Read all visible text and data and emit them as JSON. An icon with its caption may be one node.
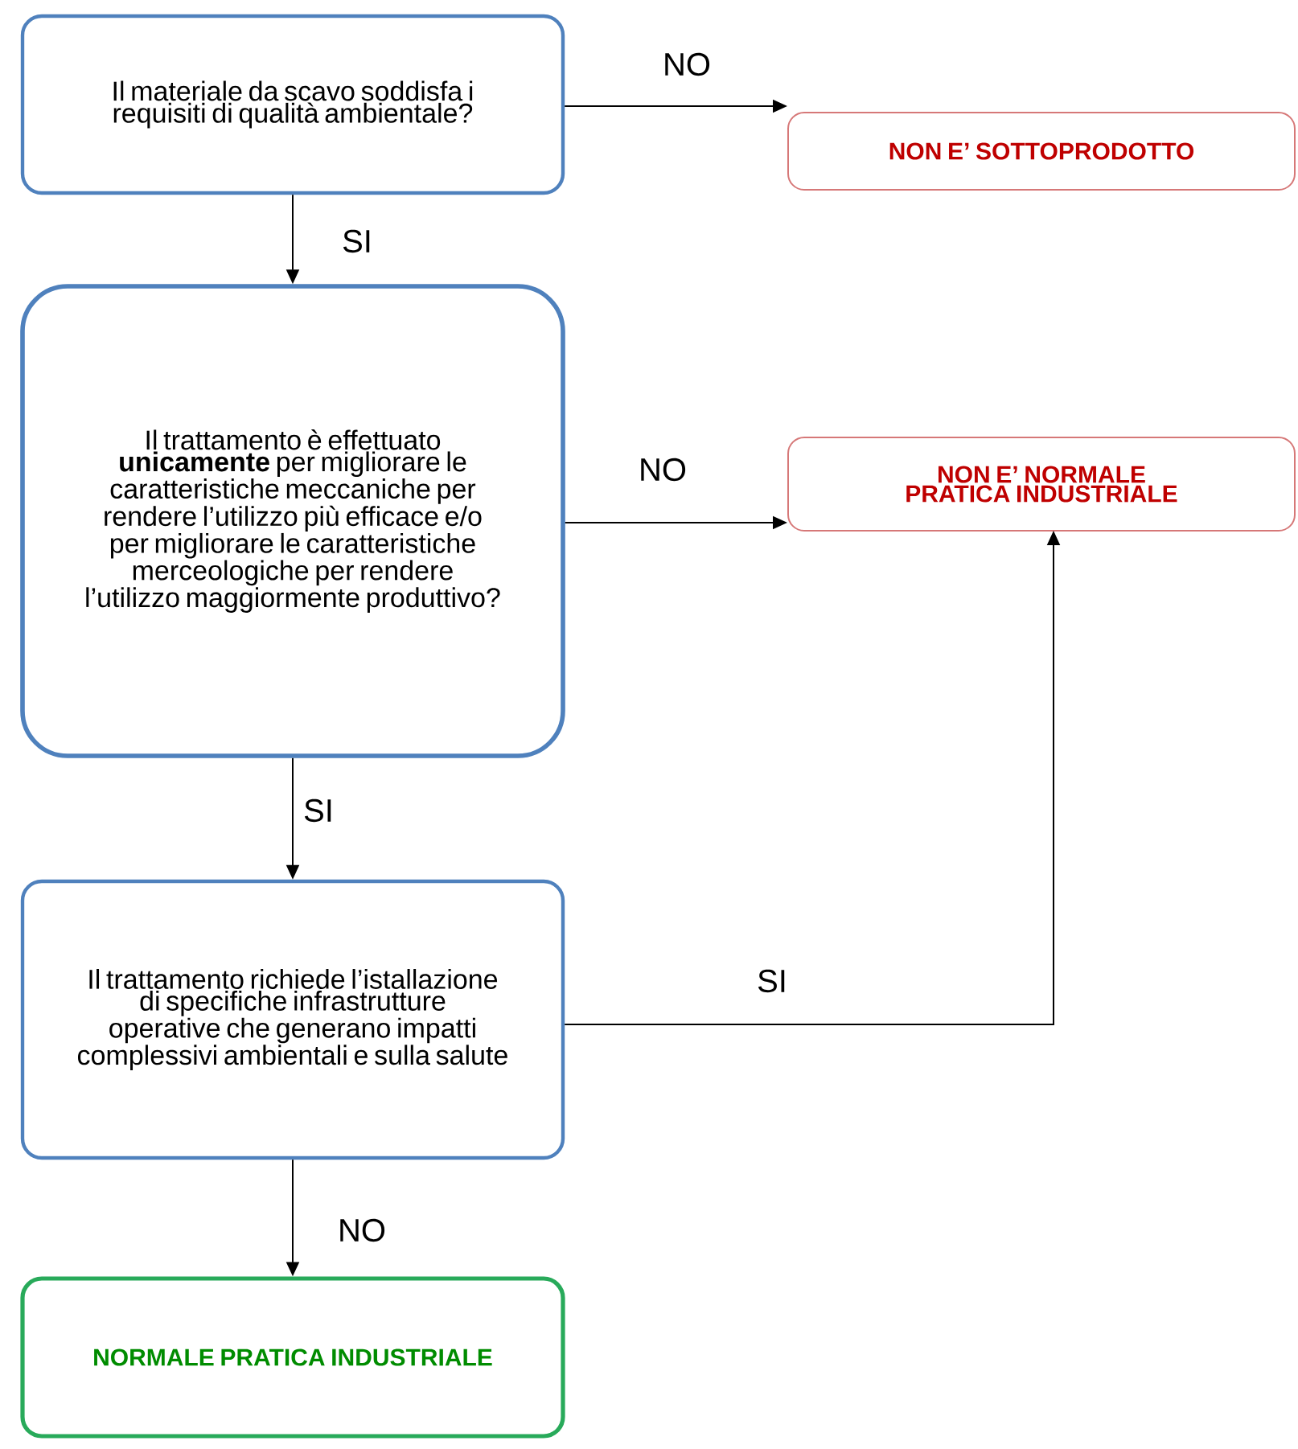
{
  "diagram": {
    "nodes": [
      {
        "text": [
          "Il materiale da scavo soddisfa i requisiti di qualità ambientale?"
        ]
      },
      {
        "text": [
          "NON E’ SOTTOPRODOTTO"
        ]
      },
      {
        "text": [
          "Il trattamento è effettuato **unicamente** per migliorare le caratteristiche meccaniche per rendere l’utilizzo più efficace e/o per migliorare le caratteristiche merceologiche per rendere l’utilizzo maggiormente produttivo?"
        ]
      },
      {
        "text": [
          "NON E’ NORMALE PRATICA INDUSTRIALE"
        ]
      },
      {
        "text": [
          "Il trattamento richiede l’istallazione di specifiche infrastrutture operative che generano impatti complessivi ambientali e sulla salute"
        ]
      },
      {
        "text": [
          "NORMALE PRATICA INDUSTRIALE"
        ]
      }
    ],
    "edges": [
      {
        "from": 0,
        "to": 1,
        "arrow": "to",
        "label": "NO"
      },
      {
        "from": 0,
        "to": 2,
        "arrow": "to",
        "label": "SI"
      },
      {
        "from": 2,
        "to": 3,
        "arrow": "to",
        "label": "NO"
      },
      {
        "from": 2,
        "to": 4,
        "arrow": "to",
        "label": "SI"
      },
      {
        "from": 4,
        "to": 3,
        "arrow": "to",
        "label": "SI"
      },
      {
        "from": 4,
        "to": 5,
        "arrow": "to",
        "label": "NO"
      }
    ]
  }
}
